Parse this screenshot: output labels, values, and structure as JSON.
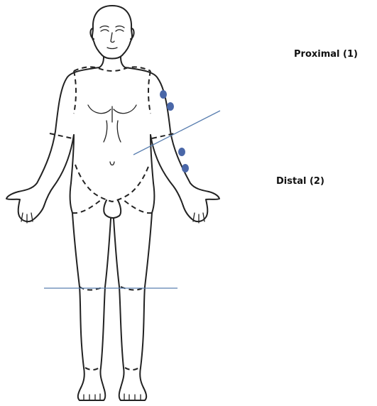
{
  "labels": {
    "proximal": "Proximal (1)",
    "distal": "Distal (2)"
  },
  "colors": {
    "outline": "#222222",
    "boundary_line": "#5a7fb0",
    "lesion_dot": "#4a67a8"
  },
  "lesion_markers": {
    "proximal_count": 2,
    "distal_count": 2
  }
}
